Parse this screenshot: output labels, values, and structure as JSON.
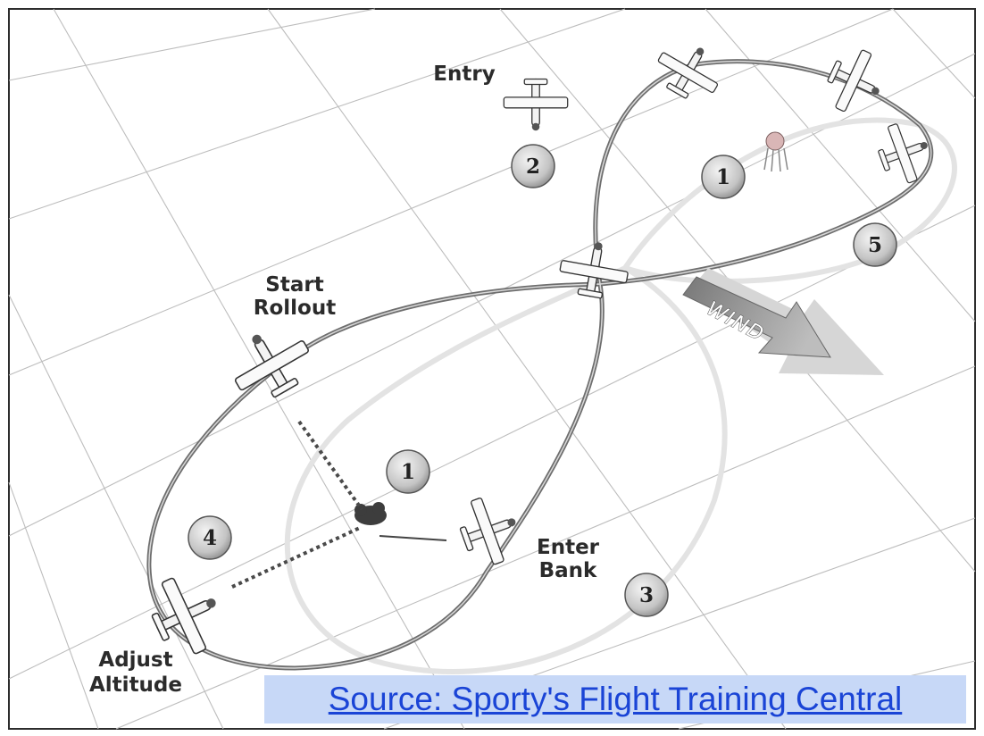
{
  "labels": {
    "entry": "Entry",
    "start_rollout_line1": "Start",
    "start_rollout_line2": "Rollout",
    "enter_bank_line1": "Enter",
    "enter_bank_line2": "Bank",
    "adjust_altitude_line1": "Adjust",
    "adjust_altitude_line2": "Altitude",
    "wind": "WIND"
  },
  "markers": {
    "m1_upper": "1",
    "m1_lower": "1",
    "m2": "2",
    "m3": "3",
    "m4": "4",
    "m5": "5"
  },
  "source": {
    "text": "Source: Sporty's Flight Training Central"
  },
  "colors": {
    "path": "#707070",
    "grid": "#b8b8b8",
    "marker_fill": "#cfcfcf",
    "source_bg": "#c7d8f7",
    "source_link": "#1a44d6"
  },
  "icons": {
    "aircraft": "airplane-icon",
    "water_tower": "water-tower-icon",
    "tree_clump": "tree-icon"
  }
}
